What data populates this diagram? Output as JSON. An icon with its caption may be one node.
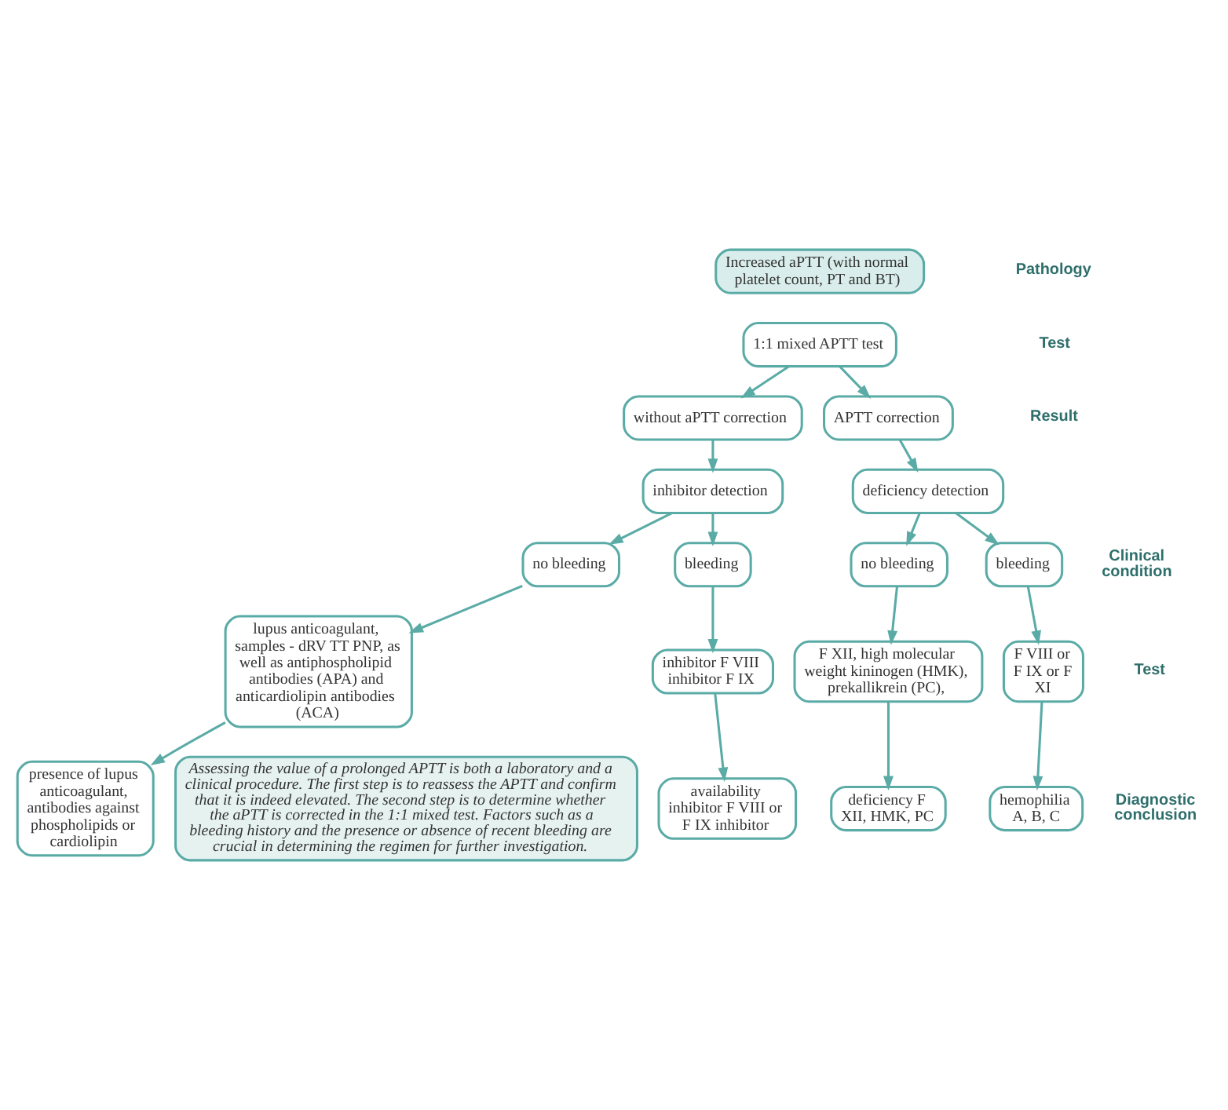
{
  "diagram": {
    "nodes": [
      {
        "text": [
          "Increased aPTT (with normal platelet count, PT and BT)"
        ]
      },
      {
        "text": [
          "1:1 mixed APTT test"
        ]
      },
      {
        "text": [
          "APTT correction"
        ]
      },
      {
        "text": [
          "without aPTT correction"
        ]
      },
      {
        "text": [
          "deficiency detection"
        ]
      },
      {
        "text": [
          "inhibitor detection"
        ]
      },
      {
        "text": [
          "bleeding"
        ]
      },
      {
        "text": [
          "no bleeding"
        ]
      },
      {
        "text": [
          "bleeding"
        ]
      },
      {
        "text": [
          "no bleeding"
        ]
      },
      {
        "text": [
          "F VIII or F IX or F XI"
        ]
      },
      {
        "text": [
          "F XII, high molecular weight kininogen (HMK), prekallikrein (PC),"
        ]
      },
      {
        "text": [
          "inhibitor F VIII inhibitor F IX"
        ]
      },
      {
        "text": [
          "lupus anticoagulant, samples - dRV TT PNP, as well as antiphospholipid antibodies (APA) and anticardiolipin antibodies (ACA)"
        ]
      },
      {
        "text": [
          "hemophilia A, B, C"
        ]
      },
      {
        "text": [
          "deficiency F XII, HMK, PC"
        ]
      },
      {
        "text": [
          "availability inhibitor F VIII or F IX inhibitor"
        ]
      },
      {
        "text": [
          "presence of lupus anticoagulant, antibodies against phospholipids or cardiolipin"
        ]
      },
      {
        "text": [
          "Assessing the value of a prolonged APTT is both a laboratory and a clinical procedure. The first step is to reassess the APTT and confirm that it is indeed elevated. The second step is to determine whether the aPTT is corrected in the 1:1 mixed test. Factors such as a bleeding history and the presence or absence of recent bleeding are crucial in determining the regimen for further investigation."
        ]
      }
    ],
    "edges": [
      {
        "from": 1,
        "to": 2,
        "arrow": "to"
      },
      {
        "from": 1,
        "to": 3,
        "arrow": "to"
      },
      {
        "from": 2,
        "to": 4,
        "arrow": "to"
      },
      {
        "from": 3,
        "to": 5,
        "arrow": "to"
      },
      {
        "from": 4,
        "to": 6,
        "arrow": "to"
      },
      {
        "from": 4,
        "to": 7,
        "arrow": "to"
      },
      {
        "from": 5,
        "to": 8,
        "arrow": "to"
      },
      {
        "from": 5,
        "to": 9,
        "arrow": "to"
      },
      {
        "from": 6,
        "to": 10,
        "arrow": "to"
      },
      {
        "from": 7,
        "to": 11,
        "arrow": "to"
      },
      {
        "from": 8,
        "to": 12,
        "arrow": "to"
      },
      {
        "from": 9,
        "to": 13,
        "arrow": "to"
      },
      {
        "from": 10,
        "to": 14,
        "arrow": "to"
      },
      {
        "from": 11,
        "to": 15,
        "arrow": "to"
      },
      {
        "from": 12,
        "to": 16,
        "arrow": "to"
      },
      {
        "from": 13,
        "to": 17,
        "arrow": "to"
      }
    ],
    "labels": [
      "Pathology",
      "Test",
      "Result",
      "Clinical condition",
      "Test",
      "Diagnostic conclusion"
    ]
  }
}
